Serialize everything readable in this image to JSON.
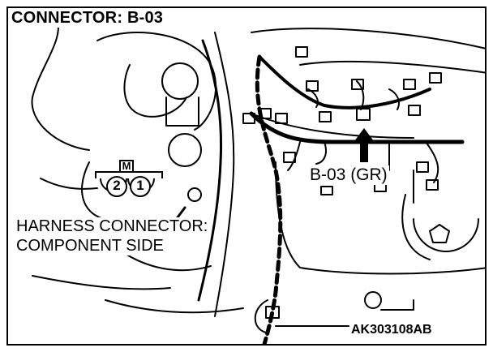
{
  "title": "CONNECTOR: B-03",
  "callout_label": "B-03 (GR)",
  "view_label_line1": "HARNESS CONNECTOR:",
  "view_label_line2": "COMPONENT SIDE",
  "connector_symbol": {
    "marker": "M",
    "pins": [
      "2",
      "1"
    ]
  },
  "figure_code": "AK303108AB",
  "icons": [
    "arrow-up-icon",
    "connector-symbol-icon"
  ]
}
